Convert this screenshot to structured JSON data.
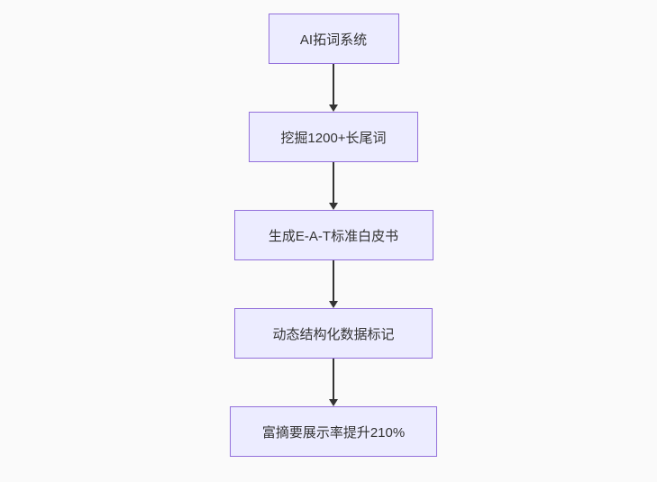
{
  "diagram": {
    "type": "flowchart",
    "direction": "top-down",
    "nodes": [
      {
        "label": "AI拓词系统"
      },
      {
        "label": "挖掘1200+长尾词"
      },
      {
        "label": "生成E-A-T标准白皮书"
      },
      {
        "label": "动态结构化数据标记"
      },
      {
        "label": "富摘要展示率提升210%"
      }
    ],
    "edges": [
      {
        "from": 0,
        "to": 1
      },
      {
        "from": 1,
        "to": 2
      },
      {
        "from": 2,
        "to": 3
      },
      {
        "from": 3,
        "to": 4
      }
    ],
    "colors": {
      "background": "#fafafa",
      "node_fill": "#ECECFF",
      "node_border": "#9370DB",
      "arrow": "#333333",
      "text": "#333333"
    }
  }
}
